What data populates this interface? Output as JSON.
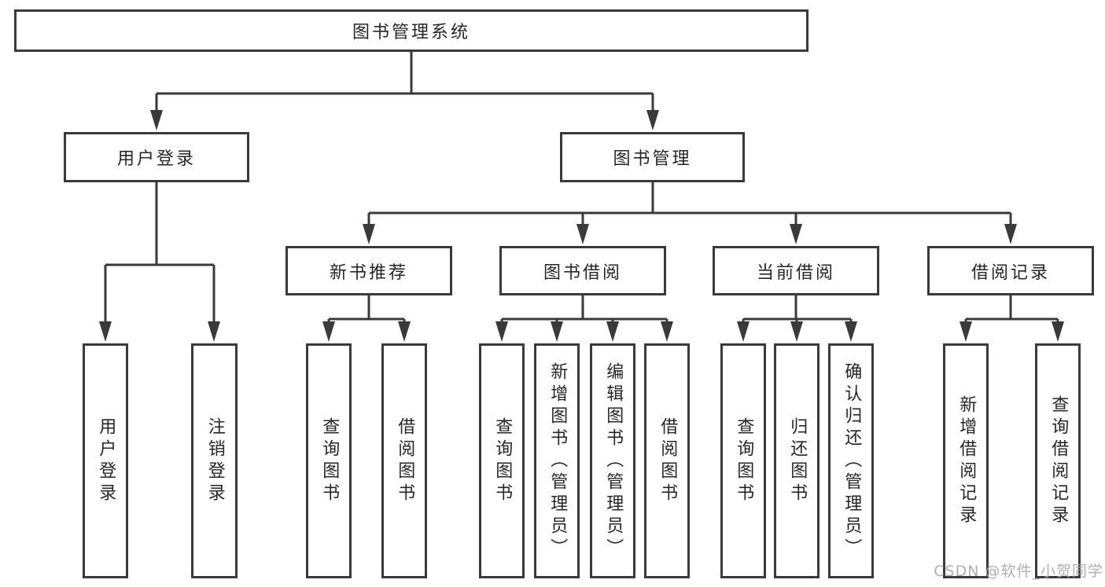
{
  "nodes": {
    "root": "图书管理系统",
    "level2": [
      "用户登录",
      "图书管理"
    ],
    "level3": [
      "新书推荐",
      "图书借阅",
      "当前借阅",
      "借阅记录"
    ],
    "leaves": [
      "用户登录",
      "注销登录",
      "查询图书",
      "借阅图书",
      "查询图书",
      "新增图书（管理员）",
      "编辑图书（管理员）",
      "借阅图书",
      "查询图书",
      "归还图书",
      "确认归还（管理员）",
      "新增借阅记录",
      "查询借阅记录"
    ]
  },
  "watermark": "CSDN @软件_小贺同学",
  "colors": {
    "line": "#3a3a3a",
    "text": "#262626",
    "background": "#ffffff",
    "watermark": "#a9a9a9"
  }
}
